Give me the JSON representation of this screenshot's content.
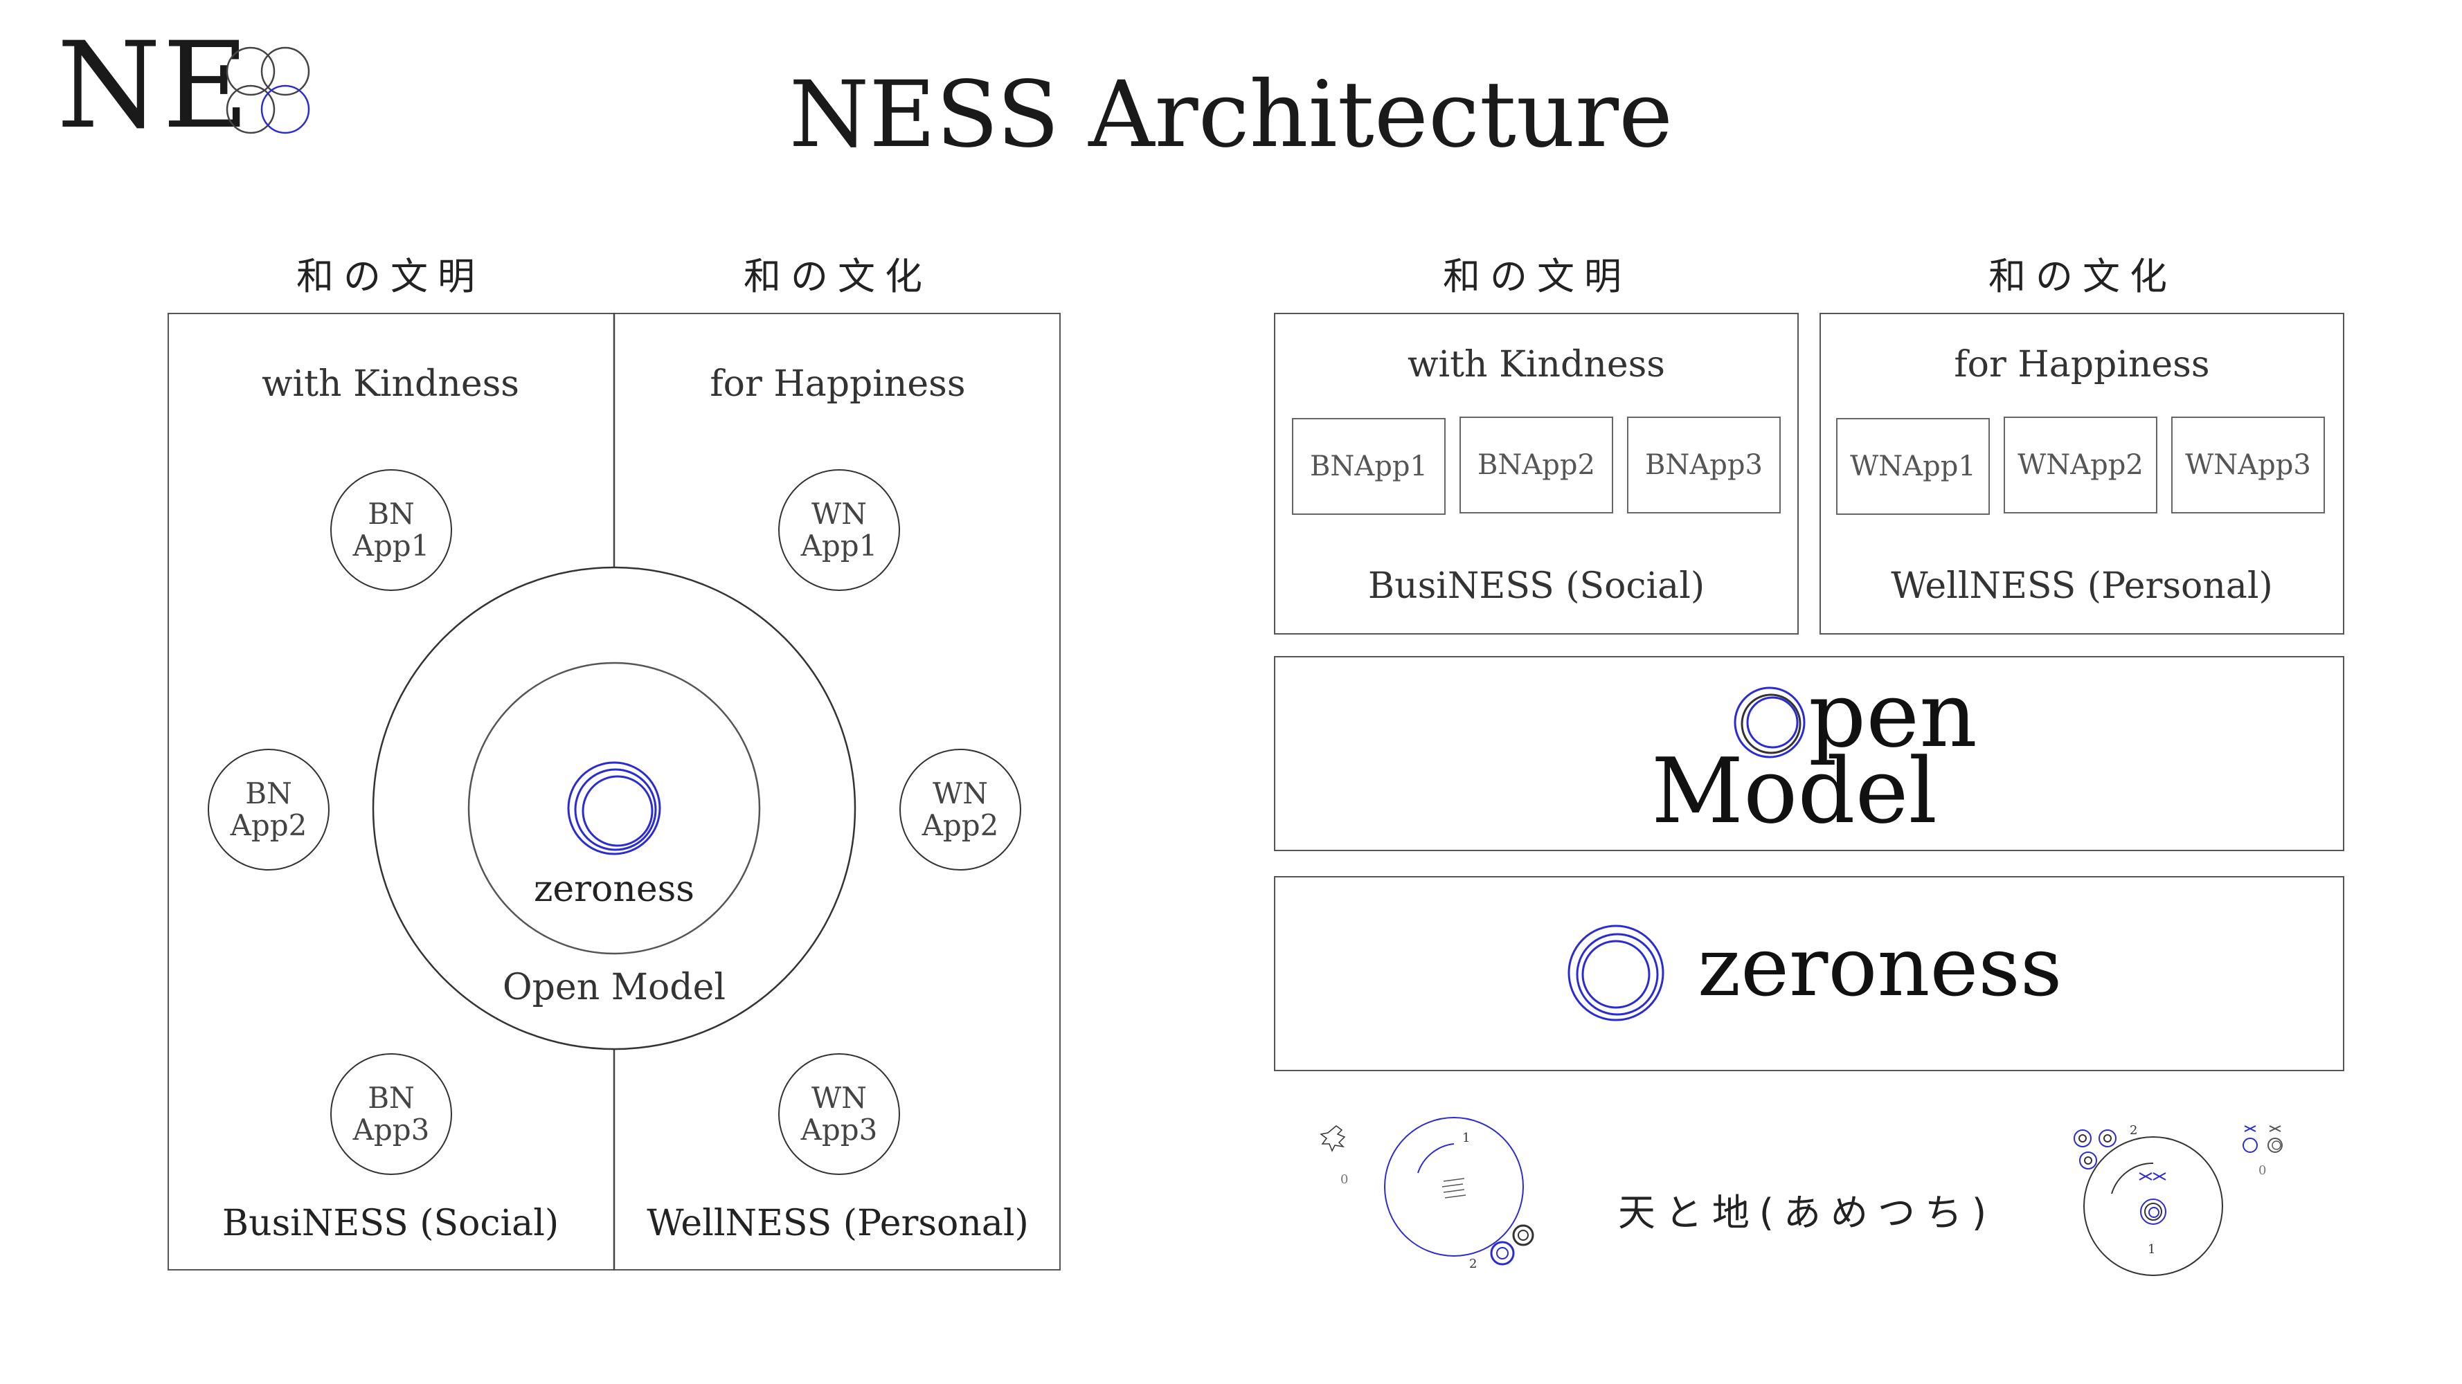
{
  "logo": {
    "text": "NE",
    "mark": "ss-rings-logo"
  },
  "title": "NESS Architecture",
  "left": {
    "header_left": "和の文明",
    "header_right": "和の文化",
    "col_left_label": "with Kindness",
    "col_right_label": "for Happiness",
    "bn_apps": [
      {
        "line1": "BN",
        "line2": "App1"
      },
      {
        "line1": "BN",
        "line2": "App2"
      },
      {
        "line1": "BN",
        "line2": "App3"
      }
    ],
    "wn_apps": [
      {
        "line1": "WN",
        "line2": "App1"
      },
      {
        "line1": "WN",
        "line2": "App2"
      },
      {
        "line1": "WN",
        "line2": "App3"
      }
    ],
    "inner_label": "zeroness",
    "outer_label": "Open Model",
    "bottom_left": "BusiNESS (Social)",
    "bottom_right": "WellNESS (Personal)"
  },
  "right": {
    "header_left": "和の文明",
    "header_right": "和の文化",
    "business": {
      "top": "with Kindness",
      "apps": [
        "BNApp1",
        "BNApp2",
        "BNApp3"
      ],
      "bottom": "BusiNESS (Social)"
    },
    "wellness": {
      "top": "for Happiness",
      "apps": [
        "WNApp1",
        "WNApp2",
        "WNApp3"
      ],
      "bottom": "WellNESS (Personal)"
    },
    "open_model_line1": "pen",
    "open_model_line2": "Model",
    "zeroness": "zeroness"
  },
  "footer": {
    "caption": "天と地(あめつち)",
    "left_mark_0": "0",
    "left_mark_1": "1",
    "left_mark_2": "2",
    "right_mark_0": "0",
    "right_mark_1": "1",
    "right_mark_2": "2"
  },
  "colors": {
    "accent": "#2b2bd6",
    "line": "#555555"
  }
}
